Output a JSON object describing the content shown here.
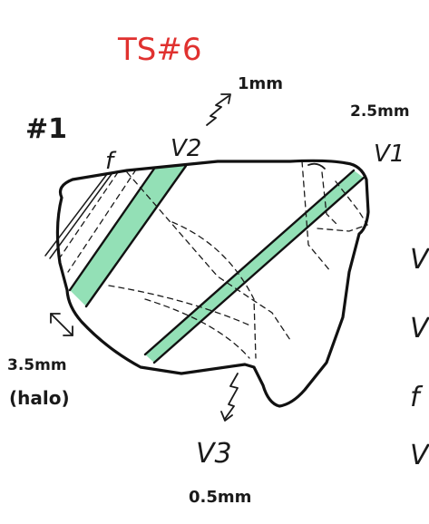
{
  "title": "TS#6",
  "sample_label": "#1",
  "labels": {
    "v2": "V2",
    "v1": "V1",
    "v3": "V3",
    "f": "f",
    "v2_width": "1mm",
    "v1_width": "2.5mm",
    "v3_width": "0.5mm",
    "halo_width": "3.5mm",
    "halo": "(halo)"
  },
  "legend_right": {
    "item1": "V",
    "item2": "V",
    "item3": "f",
    "item4": "V"
  },
  "colors": {
    "vein_fill": "#93e0b6",
    "ink": "#111111",
    "title_red": "#e0312f"
  }
}
